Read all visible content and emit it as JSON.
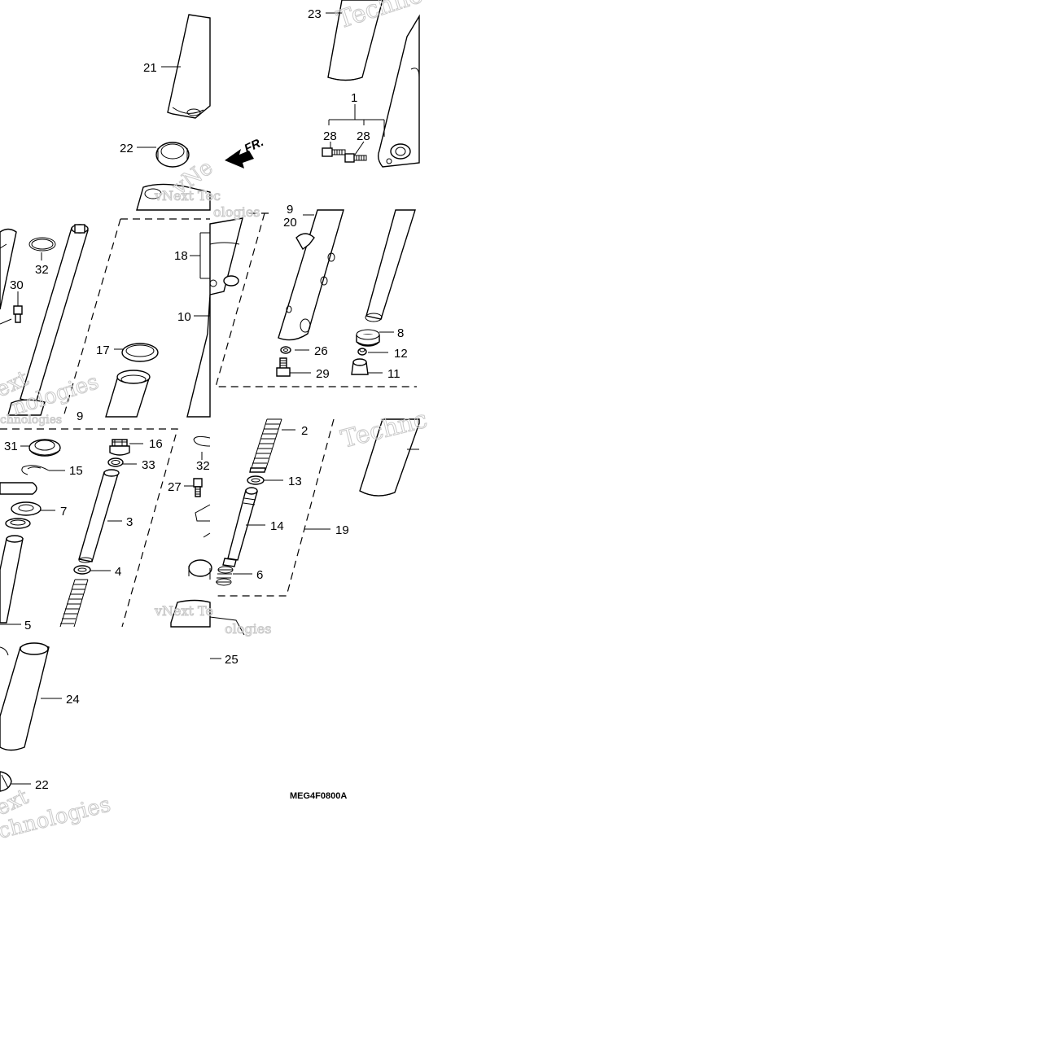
{
  "diagram": {
    "callouts": [
      {
        "id": "c23a",
        "text": "23"
      },
      {
        "id": "c21",
        "text": "21"
      },
      {
        "id": "c1",
        "text": "1"
      },
      {
        "id": "c28a",
        "text": "28"
      },
      {
        "id": "c28b",
        "text": "28"
      },
      {
        "id": "c22a",
        "text": "22"
      },
      {
        "id": "fr",
        "text": "FR."
      },
      {
        "id": "c20",
        "text": "20"
      },
      {
        "id": "c9a",
        "text": "9"
      },
      {
        "id": "c18",
        "text": "18"
      },
      {
        "id": "c32a",
        "text": "32"
      },
      {
        "id": "c30",
        "text": "30"
      },
      {
        "id": "c10",
        "text": "10"
      },
      {
        "id": "c8",
        "text": "8"
      },
      {
        "id": "c26",
        "text": "26"
      },
      {
        "id": "c12",
        "text": "12"
      },
      {
        "id": "c17",
        "text": "17"
      },
      {
        "id": "c29",
        "text": "29"
      },
      {
        "id": "c11",
        "text": "11"
      },
      {
        "id": "c9b",
        "text": "9"
      },
      {
        "id": "c2",
        "text": "2"
      },
      {
        "id": "c31",
        "text": "31"
      },
      {
        "id": "c16",
        "text": "16"
      },
      {
        "id": "c15",
        "text": "15"
      },
      {
        "id": "c33",
        "text": "33"
      },
      {
        "id": "c32b",
        "text": "32"
      },
      {
        "id": "c27",
        "text": "27"
      },
      {
        "id": "c13",
        "text": "13"
      },
      {
        "id": "c7",
        "text": "7"
      },
      {
        "id": "c3",
        "text": "3"
      },
      {
        "id": "c14",
        "text": "14"
      },
      {
        "id": "c19",
        "text": "19"
      },
      {
        "id": "c4",
        "text": "4"
      },
      {
        "id": "c6",
        "text": "6"
      },
      {
        "id": "c5",
        "text": "5"
      },
      {
        "id": "c25",
        "text": "25"
      },
      {
        "id": "c24",
        "text": "24"
      },
      {
        "id": "c22b",
        "text": "22"
      }
    ],
    "diagram_code": "MEG4F0800A",
    "watermarks": [
      "Techno",
      "vNe",
      "vNext Tec",
      "ologies",
      "ext",
      "nologies",
      "chnologies",
      "Technc",
      "vNext Te",
      "ologies",
      "ext",
      "chnologies"
    ]
  }
}
